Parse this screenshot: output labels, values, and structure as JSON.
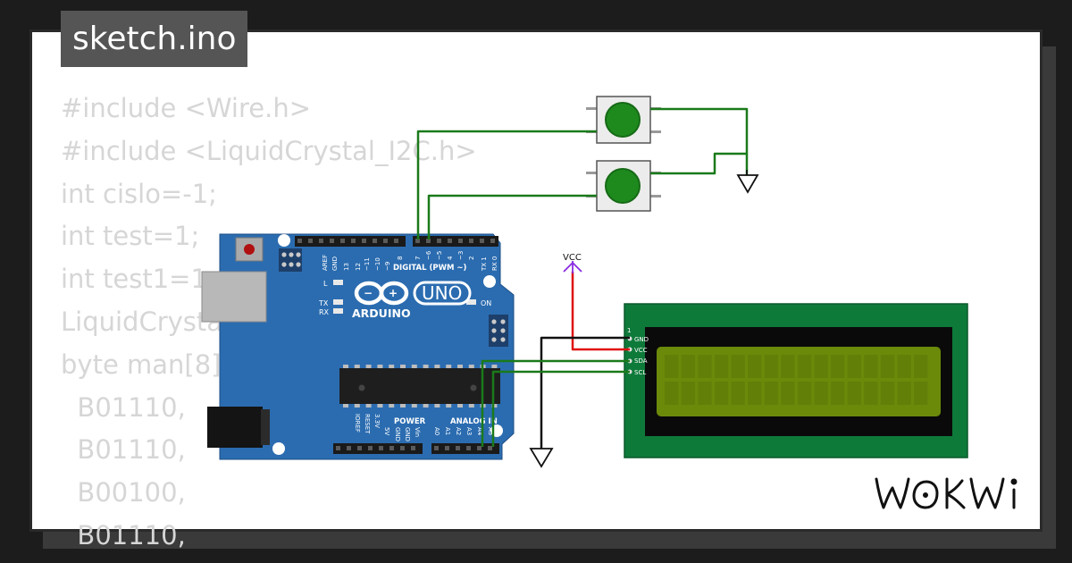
{
  "file_tab": {
    "title": "sketch.ino"
  },
  "code_lines": [
    "#include <Wire.h>",
    "#include <LiquidCrystal_I2C.h>",
    "int cislo=-1;",
    "int test=1;",
    "int test1=1",
    "LiquidCrysta",
    "byte man[8]",
    "  B01110,",
    "  B01110,",
    "  B00100,",
    "  B01110,"
  ],
  "arduino": {
    "brand": "ARDUINO",
    "model": "UNO",
    "digital_label": "DIGITAL (PWM ~)",
    "top_pins": [
      "AREF",
      "GND",
      "13",
      "12",
      "~11",
      "~10",
      "~9",
      "8",
      "7",
      "~6",
      "~5",
      "4",
      "~3",
      "2",
      "TX 1",
      "RX 0"
    ],
    "led_labels": [
      "L",
      "TX",
      "RX"
    ],
    "on_label": "ON",
    "power_label": "POWER",
    "analog_label": "ANALOG IN",
    "bottom_pins": [
      "IOREF",
      "RESET",
      "3.3V",
      "5V",
      "GND",
      "GND",
      "Vin",
      "A0",
      "A1",
      "A2",
      "A3",
      "A4",
      "A5"
    ]
  },
  "lcd": {
    "pin_one": "1",
    "pins": [
      "GND",
      "VCC",
      "SDA",
      "SCL"
    ]
  },
  "power": {
    "vcc_label": "VCC"
  },
  "colors": {
    "board": "#2b6cb0",
    "wire_green": "#1a7a1a",
    "wire_red": "#e01010",
    "wire_black": "#111111",
    "vcc_purple": "#8a2be2",
    "lcd_pcb": "#0e7a3a",
    "lcd_screen": "#6b8a0a",
    "button_cap": "#1e8a1e"
  },
  "brand_logo": {
    "text": "WOKWI"
  }
}
